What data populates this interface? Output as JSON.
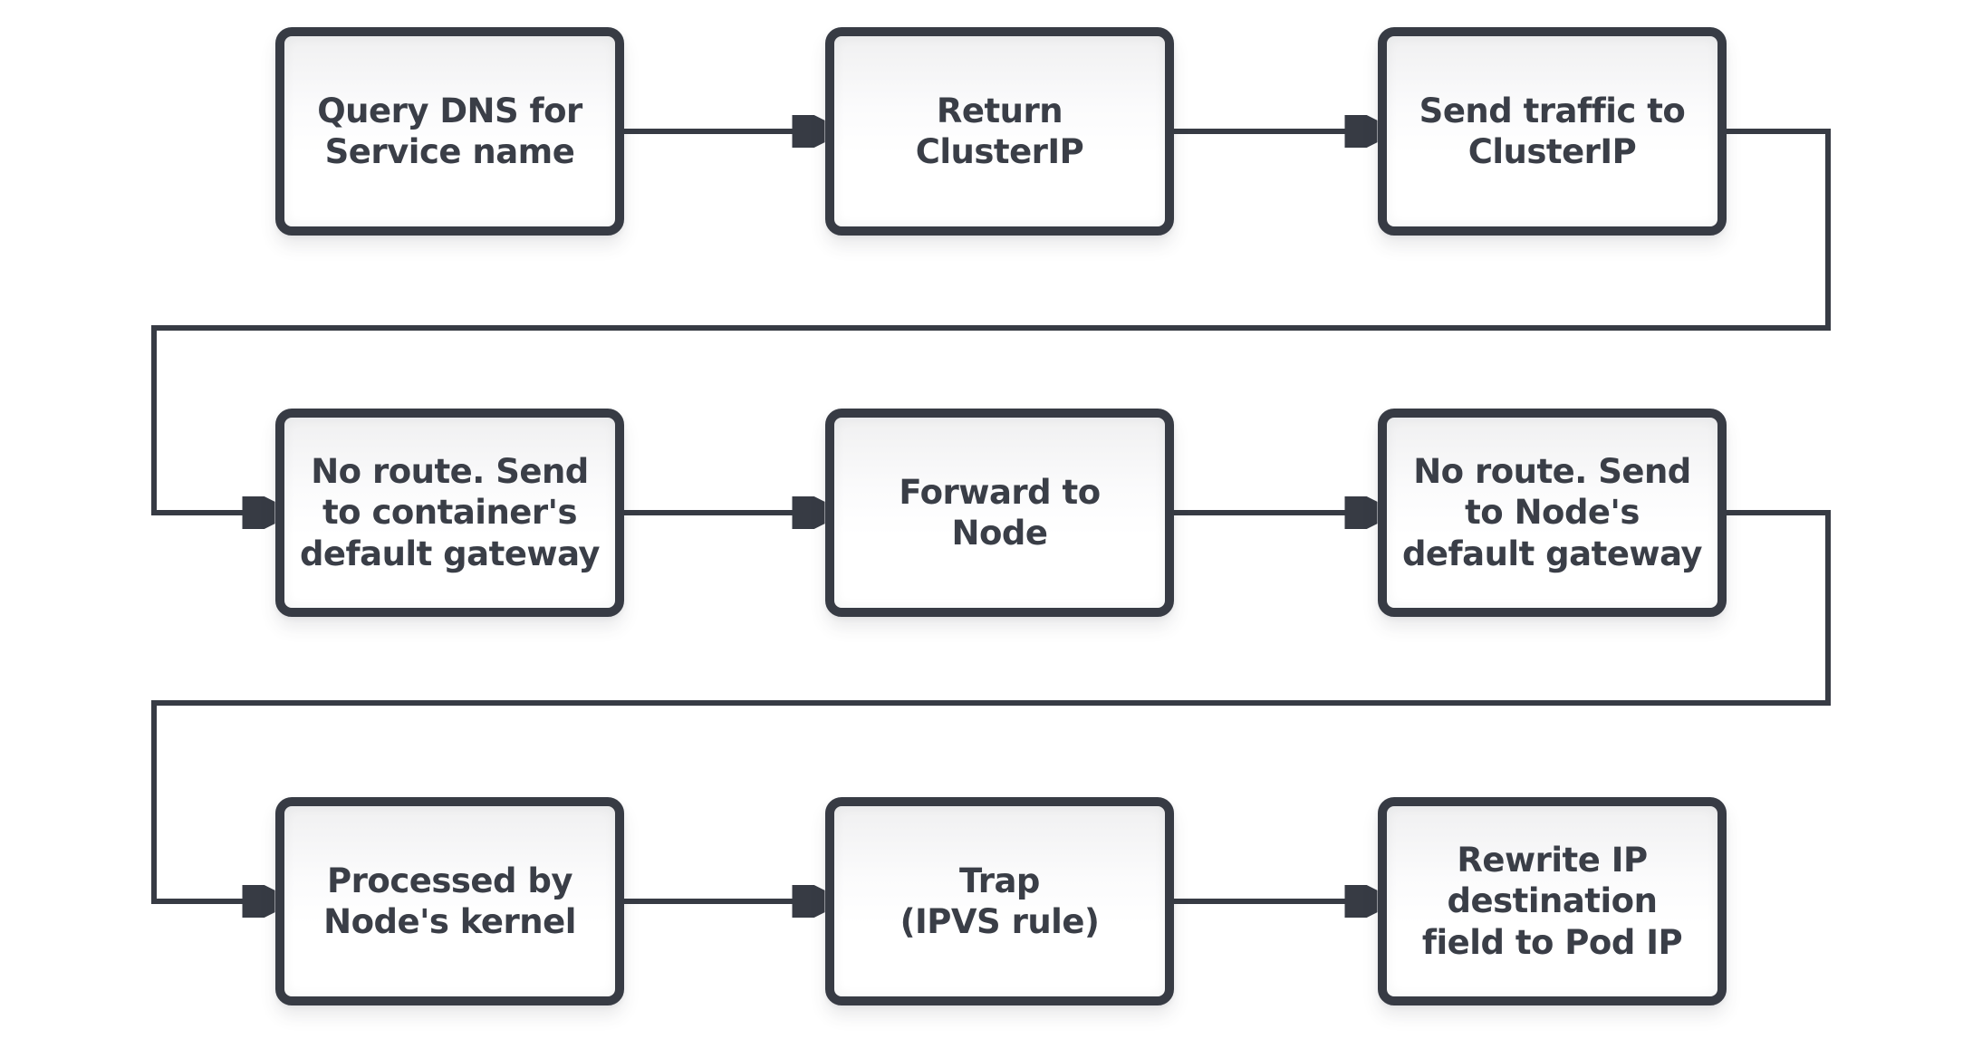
{
  "background_color": "#ffffff",
  "stroke_color": "#373b44",
  "text_color": "#3a3e47",
  "box_fill": "#ffffff",
  "flowchart": {
    "rows": [
      {
        "boxes": [
          {
            "id": "query-dns-for-service-name",
            "label": "Query DNS for\nService name"
          },
          {
            "id": "return-clusterip",
            "label": "Return\nClusterIP"
          },
          {
            "id": "send-traffic-to-clusterip",
            "label": "Send traffic to\nClusterIP"
          }
        ]
      },
      {
        "boxes": [
          {
            "id": "no-route-send-to-containers-default-gateway",
            "label": "No route. Send\nto container's\ndefault gateway"
          },
          {
            "id": "forward-to-node",
            "label": "Forward to\nNode"
          },
          {
            "id": "no-route-send-to-nodes-default-gateway",
            "label": "No route. Send\nto Node's\ndefault gateway"
          }
        ]
      },
      {
        "boxes": [
          {
            "id": "processed-by-nodes-kernel",
            "label": "Processed by\nNode's kernel"
          },
          {
            "id": "trap-ipvs-rule",
            "label": "Trap\n(IPVS rule)"
          },
          {
            "id": "rewrite-ip-destination-field-to-pod-ip",
            "label": "Rewrite IP\ndestination\nfield to Pod IP"
          }
        ]
      }
    ],
    "connections": [
      {
        "from": "query-dns-for-service-name",
        "to": "return-clusterip"
      },
      {
        "from": "return-clusterip",
        "to": "send-traffic-to-clusterip"
      },
      {
        "from": "send-traffic-to-clusterip",
        "to": "no-route-send-to-containers-default-gateway"
      },
      {
        "from": "no-route-send-to-containers-default-gateway",
        "to": "forward-to-node"
      },
      {
        "from": "forward-to-node",
        "to": "no-route-send-to-nodes-default-gateway"
      },
      {
        "from": "no-route-send-to-nodes-default-gateway",
        "to": "processed-by-nodes-kernel"
      },
      {
        "from": "processed-by-nodes-kernel",
        "to": "trap-ipvs-rule"
      },
      {
        "from": "trap-ipvs-rule",
        "to": "rewrite-ip-destination-field-to-pod-ip"
      }
    ]
  }
}
